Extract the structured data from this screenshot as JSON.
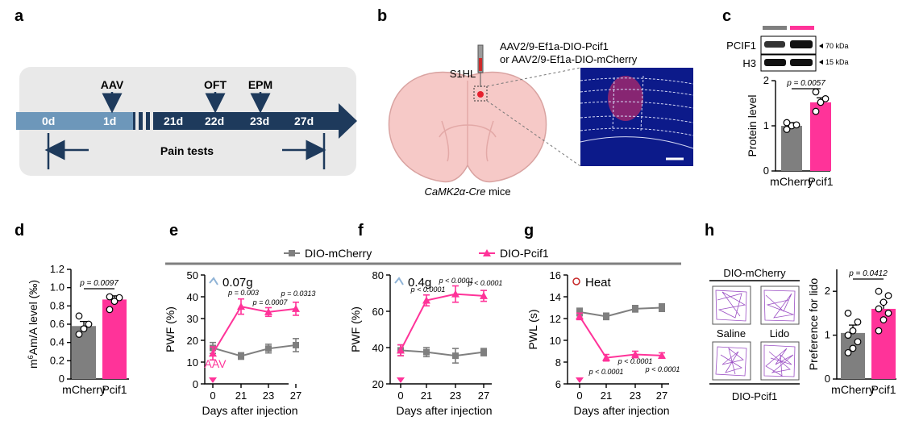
{
  "colors": {
    "control": "#7f7f7f",
    "pcif1": "#ff3399",
    "timeline": "#5a86aa",
    "timeline_dark": "#1e3a5c",
    "panel_bg": "#e9e9e9",
    "brain": "#f6c9c7"
  },
  "panel_labels": [
    "a",
    "b",
    "c",
    "d",
    "e",
    "f",
    "g",
    "h"
  ],
  "panel_a": {
    "days": [
      "0d",
      "1d",
      "21d",
      "22d",
      "23d",
      "27d"
    ],
    "events": [
      {
        "label": "AAV",
        "day": "1d"
      },
      {
        "label": "OFT",
        "day": "22d"
      },
      {
        "label": "EPM",
        "day": "23d"
      }
    ],
    "pain_label": "Pain tests"
  },
  "panel_b": {
    "virus_line1": "AAV2/9-Ef1a-DIO-Pcif1",
    "virus_line2": "or AAV2/9-Ef1a-DIO-mCherry",
    "region": "S1HL",
    "mouse_line": "CaMK2α-Cre",
    "mouse_suffix": " mice"
  },
  "panel_c": {
    "blot_labels": [
      "PCIF1",
      "H3"
    ],
    "kda_labels": [
      "70 kDa",
      "15 kDa"
    ],
    "chart_data": {
      "type": "bar",
      "categories": [
        "mCherry",
        "Pcif1"
      ],
      "values": [
        1.0,
        1.52
      ],
      "sem": [
        0.07,
        0.1
      ],
      "points": [
        [
          0.92,
          1.0,
          1.02,
          1.07
        ],
        [
          1.32,
          1.52,
          1.6,
          1.75
        ]
      ],
      "ylabel": "Protein level",
      "ylim": [
        0,
        2
      ],
      "yticks": [
        0,
        1,
        2
      ],
      "pvalue": "p = 0.0057"
    }
  },
  "panel_d": {
    "chart_data": {
      "type": "bar",
      "categories": [
        "mCherry",
        "Pcif1"
      ],
      "values": [
        0.58,
        0.87
      ],
      "sem": [
        0.05,
        0.04
      ],
      "points": [
        [
          0.49,
          0.55,
          0.6,
          0.69
        ],
        [
          0.76,
          0.85,
          0.89,
          0.9
        ]
      ],
      "ylabel_sup": "6",
      "ylabel_pre": "m",
      "ylabel_post": "Am/A level (‰)",
      "ylim": [
        0,
        1.2
      ],
      "yticks": [
        "0",
        "0.2",
        "0.4",
        "0.6",
        "0.8",
        "1.0",
        "1.2"
      ],
      "pvalue": "p = 0.0097"
    }
  },
  "legend": {
    "series": [
      "DIO-mCherry",
      "DIO-Pcif1"
    ]
  },
  "panel_e": {
    "stimulus": "0.07g",
    "marker": "AAV",
    "chart_data": {
      "type": "line",
      "x": [
        "0",
        "21",
        "23",
        "27"
      ],
      "series": [
        {
          "name": "DIO-mCherry",
          "values": [
            16.5,
            12.8,
            16.2,
            17.8
          ],
          "sem": [
            2.5,
            1.5,
            2.0,
            3.0
          ]
        },
        {
          "name": "DIO-Pcif1",
          "values": [
            14.0,
            35.5,
            33.0,
            34.5
          ],
          "sem": [
            3.0,
            3.5,
            2.0,
            3.0
          ]
        }
      ],
      "ylabel": "PWF (%)",
      "xlabel": "Days after injection",
      "ylim": [
        0,
        50
      ],
      "yticks": [
        "0",
        "10",
        "20",
        "30",
        "40",
        "50"
      ],
      "pvalues": [
        "p = 0.003",
        "p = 0.0007",
        "p = 0.0313"
      ]
    }
  },
  "panel_f": {
    "stimulus": "0.4g",
    "chart_data": {
      "type": "line",
      "x": [
        "0",
        "21",
        "23",
        "27"
      ],
      "series": [
        {
          "name": "DIO-mCherry",
          "values": [
            38.5,
            37.5,
            35.5,
            37.5
          ],
          "sem": [
            3.0,
            2.5,
            4.0,
            2.0
          ]
        },
        {
          "name": "DIO-Pcif1",
          "values": [
            38.5,
            66.0,
            69.5,
            68.5
          ],
          "sem": [
            3.0,
            3.0,
            4.5,
            3.0
          ]
        }
      ],
      "ylabel": "PWF (%)",
      "xlabel": "Days after injection",
      "ylim": [
        20,
        80
      ],
      "yticks": [
        "20",
        "40",
        "60",
        "80"
      ],
      "pvalues": [
        "p < 0.0001",
        "p < 0.0001",
        "p < 0.0001"
      ]
    }
  },
  "panel_g": {
    "stimulus": "Heat",
    "chart_data": {
      "type": "line",
      "x": [
        "0",
        "21",
        "23",
        "27"
      ],
      "series": [
        {
          "name": "DIO-mCherry",
          "values": [
            12.6,
            12.2,
            12.9,
            13.0
          ],
          "sem": [
            0.35,
            0.3,
            0.3,
            0.35
          ]
        },
        {
          "name": "DIO-Pcif1",
          "values": [
            12.2,
            8.4,
            8.7,
            8.6
          ],
          "sem": [
            0.3,
            0.3,
            0.3,
            0.25
          ]
        }
      ],
      "ylabel": "PWL (s)",
      "xlabel": "Days after injection",
      "ylim": [
        6,
        16
      ],
      "yticks": [
        "6",
        "8",
        "10",
        "12",
        "14",
        "16"
      ],
      "pvalues": [
        "p < 0.0001",
        "p < 0.0001",
        "p < 0.0001"
      ]
    }
  },
  "panel_h": {
    "top_label": "DIO-mCherry",
    "bottom_label": "DIO-Pcif1",
    "condition_labels": [
      "Saline",
      "Lido"
    ],
    "chart_data": {
      "type": "bar",
      "categories": [
        "mCherry",
        "Pcif1"
      ],
      "values": [
        1.05,
        1.6
      ],
      "sem": [
        0.18,
        0.15
      ],
      "points": [
        [
          0.6,
          0.7,
          0.85,
          1.0,
          1.1,
          1.3,
          1.5
        ],
        [
          1.1,
          1.35,
          1.5,
          1.6,
          1.75,
          1.9,
          2.0
        ]
      ],
      "ylabel": "Preference for lido",
      "ylim": [
        0,
        2.5
      ],
      "yticks": [
        "0",
        "1",
        "2"
      ],
      "pvalue": "p = 0.0412"
    }
  }
}
